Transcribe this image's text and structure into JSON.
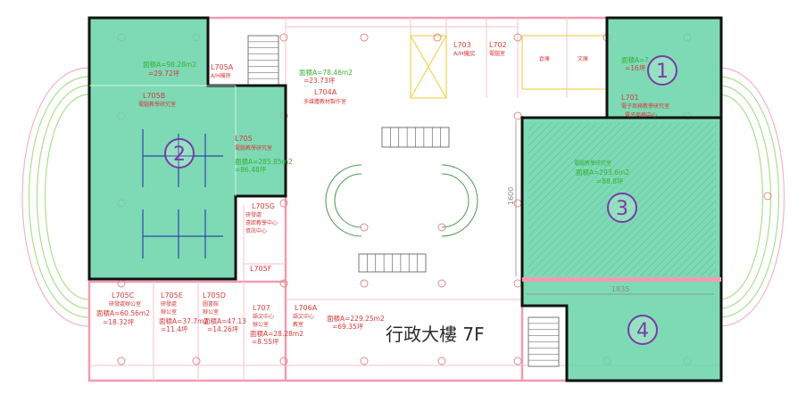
{
  "title": "行政大樓 7F",
  "zones": [
    {
      "number": "1"
    },
    {
      "number": "2"
    },
    {
      "number": "3"
    },
    {
      "number": "4"
    }
  ],
  "rooms": {
    "L705A": {
      "id": "L705A",
      "name": "A/H機房"
    },
    "L705B": {
      "id": "L705B",
      "name": "電腦教學研究室"
    },
    "L705": {
      "id": "L705",
      "name": "電腦教學研究室"
    },
    "L704A": {
      "id": "L704A",
      "name": "多媒體教材製作室"
    },
    "L703": {
      "id": "L703",
      "name": "A/H機房"
    },
    "L702": {
      "id": "L702",
      "name": "電腦室"
    },
    "L701": {
      "id": "L701",
      "name": "電子商務教學研究室",
      "sub": "電子商務中心"
    },
    "L705G": {
      "id": "L705G",
      "name": "研發處",
      "sub": "遠距教學中心",
      "sub2": "資訊中心"
    },
    "L705F": {
      "id": "L705F"
    },
    "L705C": {
      "id": "L705C",
      "name": "研發處辦公室"
    },
    "L705E": {
      "id": "L705E",
      "name": "研發處",
      "sub": "辦公室"
    },
    "L705D": {
      "id": "L705D",
      "name": "圖書館",
      "sub": "辦公室"
    },
    "L707": {
      "id": "L707",
      "name": "語文中心",
      "sub": "辦公室"
    },
    "L706A": {
      "id": "L706A",
      "name": "語文中心",
      "sub": "教室"
    },
    "storage": {
      "name": "倉庫"
    },
    "office": {
      "name": "文庫"
    }
  },
  "areas": {
    "z2_top": {
      "a": "面積A=98.28m2",
      "b": "=29.72坪"
    },
    "z1": {
      "a": "面積A=?",
      "b": "=16坪"
    },
    "l704a": {
      "a": "面積A=78.46m2",
      "b": "=23.73坪"
    },
    "l705": {
      "a": "面積A=285.85m2",
      "b": "=86.48坪"
    },
    "z3": {
      "a": "面積A=293.6m2",
      "b": "=88.8坪",
      "c": "電腦教學研究室"
    },
    "l705c": {
      "a": "面積A=60.56m2",
      "b": "=18.32坪"
    },
    "l705e": {
      "a": "面積A=37.7m2",
      "b": "=11.4坪"
    },
    "l705d": {
      "a": "面積A=47.13",
      "b": "=14.26坪"
    },
    "l707": {
      "a": "面積A=28.28m2",
      "b": "=8.55坪"
    },
    "l706a": {
      "a": "面積A=229.25m2",
      "b": "=69.35坪"
    }
  },
  "dimensions": {
    "vertical": "1600",
    "horizontal": "1835"
  },
  "colors": {
    "zone_fill": "#66d4a8",
    "zone_stroke": "#111111",
    "wall_pink": "#f29bb0",
    "oval_green": "#a8e08c",
    "number_color": "#7a3aa8"
  }
}
